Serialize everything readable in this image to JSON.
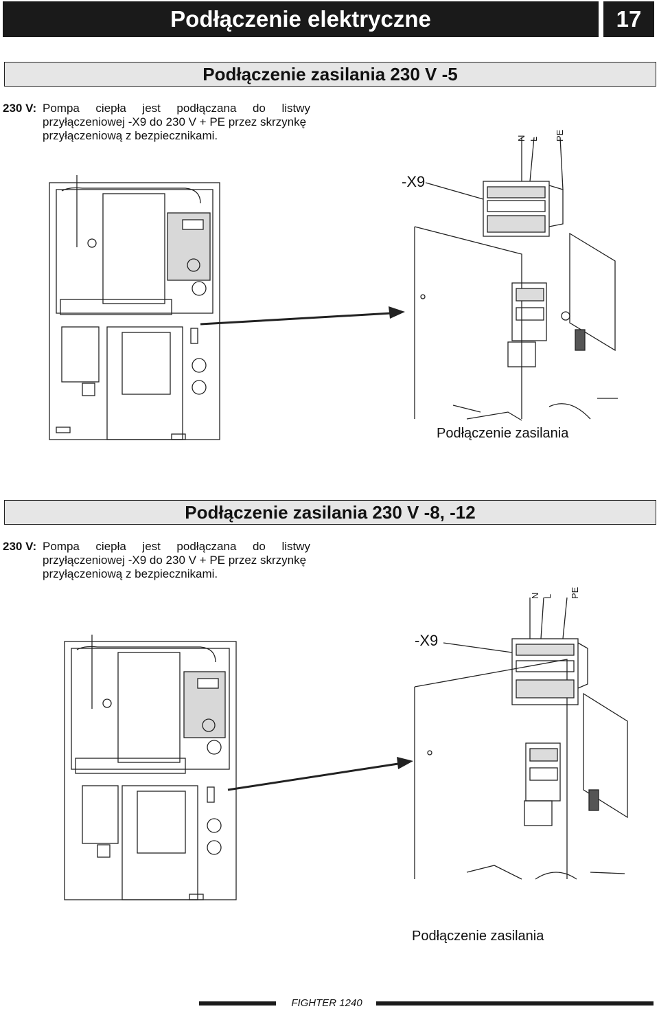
{
  "header": {
    "title": "Podłączenie elektryczne",
    "page_number": "17"
  },
  "sections": [
    {
      "title": "Podłączenie zasilania 230 V -5",
      "label": "230 V:",
      "line1": "Pompa ciepła jest podłączana do listwy",
      "line2": "przyłączeniowej -X9 do 230 V + PE przez skrzynkę",
      "line3": "przyłączeniową z bezpiecznikami.",
      "terminal_label": "-X9",
      "wires": {
        "n": "N",
        "l": "L",
        "pe": "PE"
      },
      "caption": "Podłączenie zasilania"
    },
    {
      "title": "Podłączenie zasilania 230 V -8, -12",
      "label": "230 V:",
      "line1": "Pompa ciepła jest podłączana do listwy",
      "line2": "przyłączeniowej -X9 do 230 V + PE przez skrzynkę",
      "line3": "przyłączeniową z bezpiecznikami.",
      "terminal_label": "-X9",
      "wires": {
        "n": "N",
        "l": "L",
        "pe": "PE"
      },
      "caption": "Podłączenie zasilania"
    }
  ],
  "footer": {
    "text": "FIGHTER 1240"
  }
}
